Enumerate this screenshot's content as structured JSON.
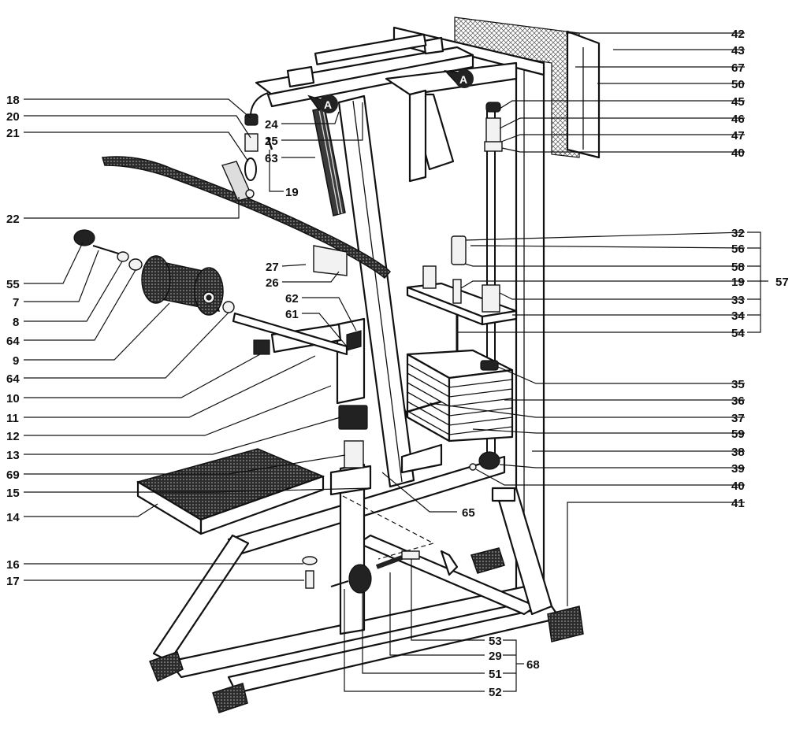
{
  "diagram": {
    "part_labels": {
      "p42": "42",
      "p43": "43",
      "p67": "67",
      "p50": "50",
      "p45": "45",
      "p46": "46",
      "p47": "47",
      "p40a": "40",
      "p32": "32",
      "p56": "56",
      "p58": "58",
      "p19b": "19",
      "p57": "57",
      "p33": "33",
      "p34": "34",
      "p54": "54",
      "p35": "35",
      "p36": "36",
      "p37": "37",
      "p59": "59",
      "p38": "38",
      "p39": "39",
      "p40b": "40",
      "p41": "41",
      "p18": "18",
      "p20": "20",
      "p21": "21",
      "p19a": "19",
      "p22": "22",
      "p24": "24",
      "p25": "25",
      "p63": "63",
      "p27": "27",
      "p26": "26",
      "p62": "62",
      "p61": "61",
      "p55": "55",
      "p7": "7",
      "p8": "8",
      "p64a": "64",
      "p9": "9",
      "p64b": "64",
      "p10": "10",
      "p11": "11",
      "p12": "12",
      "p13": "13",
      "p69": "69",
      "p15": "15",
      "p14": "14",
      "p65": "65",
      "p16": "16",
      "p17": "17",
      "p53": "53",
      "p29": "29",
      "p51": "51",
      "p52": "52",
      "p68": "68"
    },
    "callout_marks": {
      "a1": "A",
      "a2": "A"
    }
  }
}
